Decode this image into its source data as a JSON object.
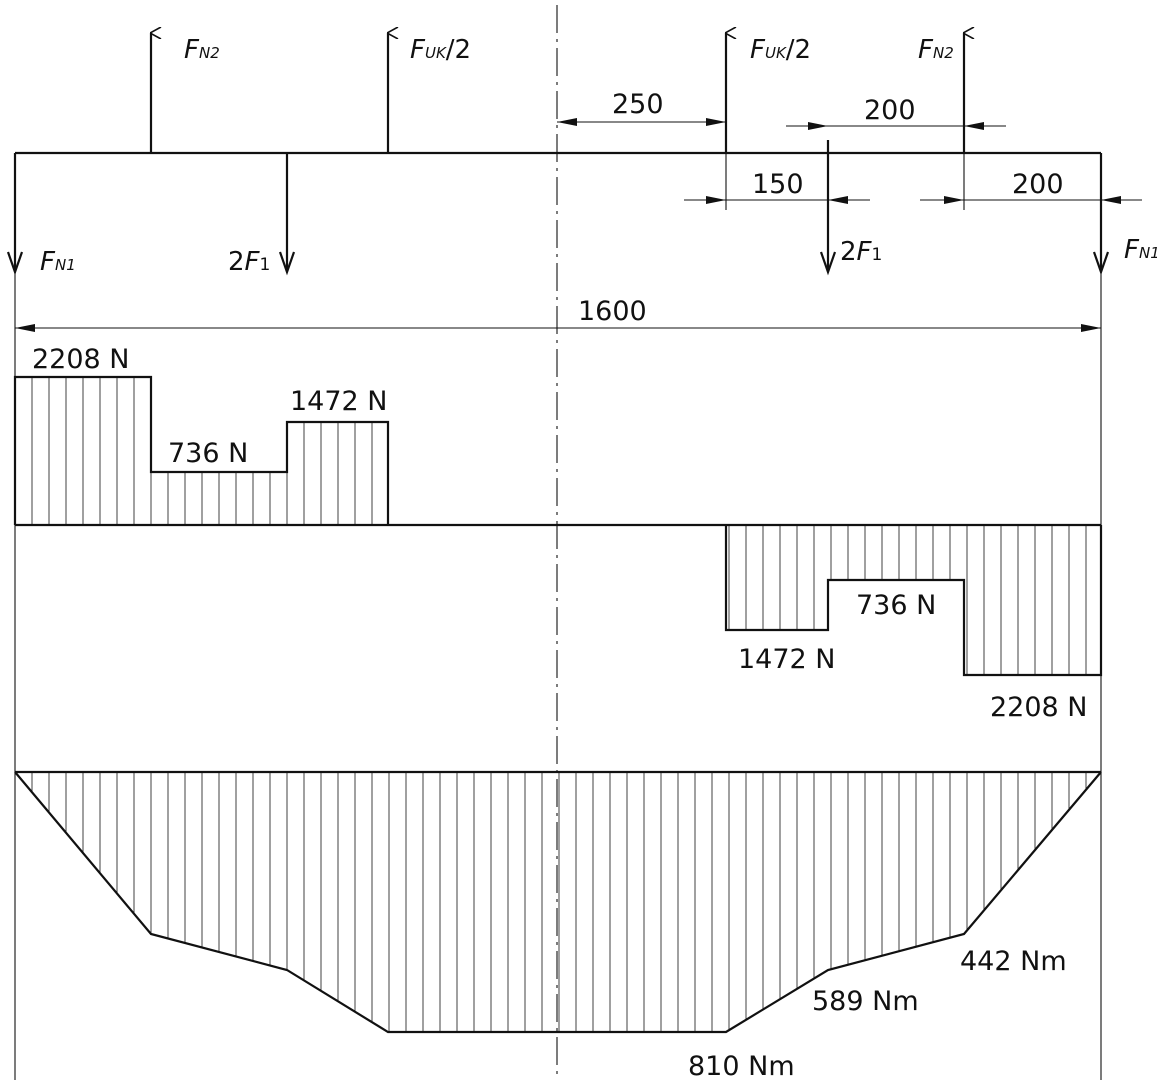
{
  "forces": {
    "fn1": "F",
    "fn1_sub": "N1",
    "fn2": "F",
    "fn2_sub": "N2",
    "fuk": "F",
    "fuk_sub": "UK",
    "fuk_div": "/2",
    "f1_pre": "2",
    "f1": "F",
    "f1_sub": "1"
  },
  "dimensions": {
    "d250": "250",
    "d200_top": "200",
    "d150": "150",
    "d200_bottom": "200",
    "d1600": "1600"
  },
  "shear": {
    "pos_2208": "2208 N",
    "pos_736": "736 N",
    "pos_1472": "1472 N",
    "neg_1472": "1472 N",
    "neg_736": "736 N",
    "neg_2208": "2208 N"
  },
  "moment": {
    "m810": "810 Nm",
    "m589": "589 Nm",
    "m442": "442 Nm"
  }
}
